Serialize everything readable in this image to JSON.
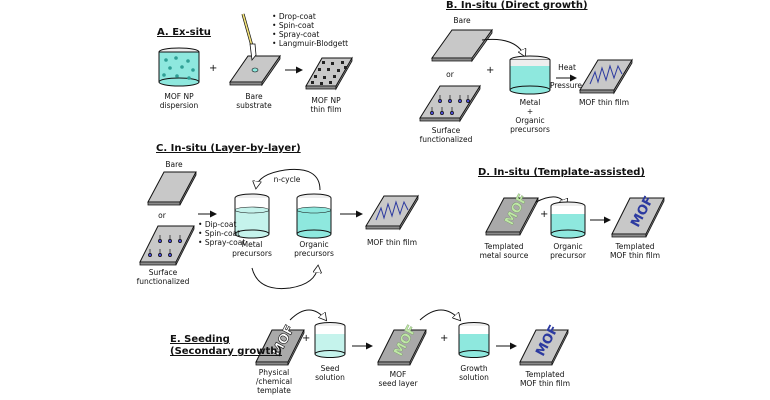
{
  "panels": {
    "a": {
      "title": "A. Ex-situ",
      "dispersion_label": [
        "MOF NP",
        "dispersion"
      ],
      "substrate_label": [
        "Bare",
        "substrate"
      ],
      "film_label": [
        "MOF NP",
        "thin film"
      ],
      "methods": [
        "Drop-coat",
        "Spin-coat",
        "Spray-coat",
        "Langmuir-Blodgett"
      ],
      "plus": "+"
    },
    "b": {
      "title": "B. In-situ (Direct growth)",
      "bare_label": "Bare",
      "or_label": "or",
      "surface_label": [
        "Surface",
        "functionalized"
      ],
      "precursor_label": [
        "Metal",
        "+",
        "Organic",
        "precursors"
      ],
      "heat_label": "Heat",
      "pressure_label": "Pressure",
      "film_label": "MOF thin film",
      "plus": "+"
    },
    "c": {
      "title": "C. In-situ (Layer-by-layer)",
      "bare_label": "Bare",
      "or_label": "or",
      "surface_label": [
        "Surface",
        "functionalized"
      ],
      "methods": [
        "Dip-coat",
        "Spin-coat",
        "Spray-coat"
      ],
      "cycle_label": "n-cycle",
      "metal_label": [
        "Metal",
        "precursors"
      ],
      "organic_label": [
        "Organic",
        "precursors"
      ],
      "film_label": "MOF thin film"
    },
    "d": {
      "title": "D. In-situ (Template-assisted)",
      "template_label": [
        "Templated",
        "metal source"
      ],
      "precursor_label": [
        "Organic",
        "precursor"
      ],
      "film_label": [
        "Templated",
        "MOF thin film"
      ],
      "plus": "+"
    },
    "e": {
      "title": [
        "E. Seeding",
        "(Secondary growth)"
      ],
      "template_label": [
        "Physical",
        "/chemical",
        "template"
      ],
      "seed_label": [
        "Seed",
        "solution"
      ],
      "seed_layer_label": [
        "MOF",
        "seed layer"
      ],
      "growth_label": [
        "Growth",
        "solution"
      ],
      "film_label": [
        "Templated",
        "MOF thin film"
      ],
      "plus": "+"
    }
  },
  "mof_text": "MOF",
  "colors": {
    "liquid": "#8ee8de",
    "liquid_light": "#c5f3ec",
    "slab": "#c8c8c8",
    "slab_dark": "#8a8a8a",
    "mof_blue": "#2c3aa0",
    "mof_green": "#bfe8a6",
    "functional_blue": "#4a4ad0"
  }
}
